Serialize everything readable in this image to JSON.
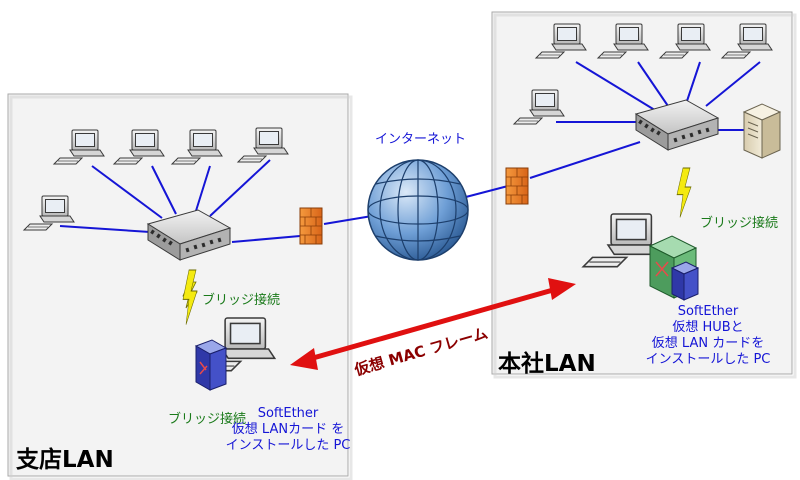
{
  "internet_label": "インターネット",
  "branch": {
    "lan_label": "支店LAN",
    "bridge_label": "ブリッジ接続",
    "pc_bridge_label": "ブリッジ接続",
    "pc_lines": [
      "SoftEther",
      "仮想 LANカード を",
      "インストールした PC"
    ]
  },
  "hq": {
    "lan_label": "本社LAN",
    "bridge_label": "ブリッジ接続",
    "pc_lines": [
      "SoftEther",
      "仮想 HUBと",
      "仮想 LAN カードを",
      "インストールした PC"
    ]
  },
  "frame_label": "仮想 MAC フレーム",
  "colors": {
    "cable": "#1515d6",
    "text_blue": "#1515d6",
    "text_green": "#1a7a1a",
    "arrow": "#e01010",
    "frame_text": "#8b0000",
    "lightning": "#f4ea10",
    "firewall": "#e8761e",
    "globe": "#4d86c6",
    "region_bg": "#f3f3f3",
    "region_border": "#aaaaaa"
  },
  "icons": [
    "pc-icon",
    "hub-icon",
    "firewall-icon",
    "globe-icon",
    "server-icon",
    "lightning-icon",
    "softether-box-icon"
  ]
}
